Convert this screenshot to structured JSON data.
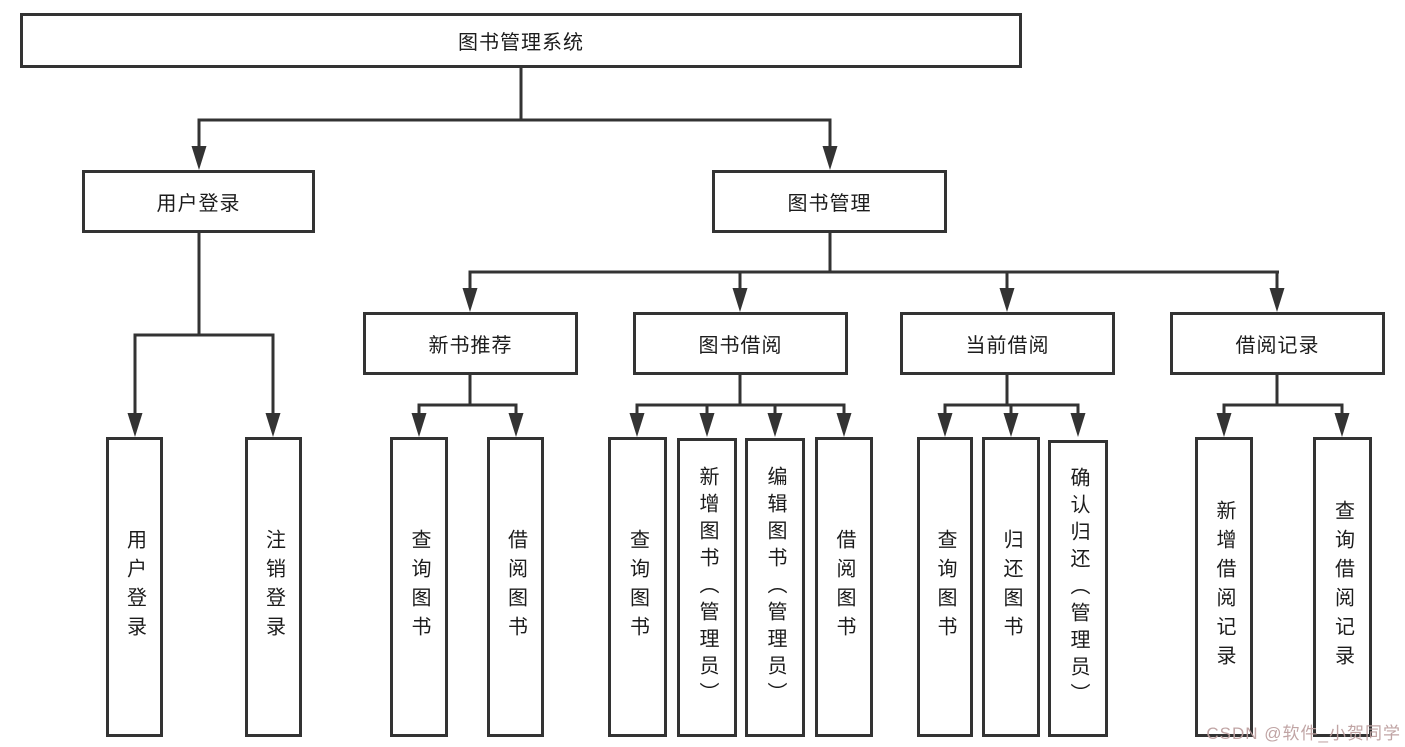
{
  "diagram": {
    "title_node": {
      "label": "图书管理系统"
    },
    "level1": {
      "user_login": {
        "label": "用户登录"
      },
      "book_mgmt": {
        "label": "图书管理"
      }
    },
    "level2": {
      "new_books": {
        "label": "新书推荐"
      },
      "book_borrow": {
        "label": "图书借阅"
      },
      "current_borrow": {
        "label": "当前借阅"
      },
      "borrow_records": {
        "label": "借阅记录"
      }
    },
    "leaves": {
      "user_login_leaf": {
        "label": "用户登录"
      },
      "logout_leaf": {
        "label": "注销登录"
      },
      "nb_query_books": {
        "label": "查询图书"
      },
      "nb_borrow_books": {
        "label": "借阅图书"
      },
      "bb_query_books": {
        "label": "查询图书"
      },
      "bb_add_books": {
        "label": "新增图书（管理员）"
      },
      "bb_edit_books": {
        "label": "编辑图书（管理员）"
      },
      "bb_borrow_books": {
        "label": "借阅图书"
      },
      "cb_query_books": {
        "label": "查询图书"
      },
      "cb_return_books": {
        "label": "归还图书"
      },
      "cb_confirm_return": {
        "label": "确认归还（管理员）"
      },
      "br_add_record": {
        "label": "新增借阅记录"
      },
      "br_query_record": {
        "label": "查询借阅记录"
      }
    }
  },
  "watermark": {
    "text": "CSDN @软件_小贺同学"
  },
  "colors": {
    "line": "#333333",
    "text": "#1c1c1c",
    "background": "#ffffff",
    "watermark": "#bda0a0"
  }
}
